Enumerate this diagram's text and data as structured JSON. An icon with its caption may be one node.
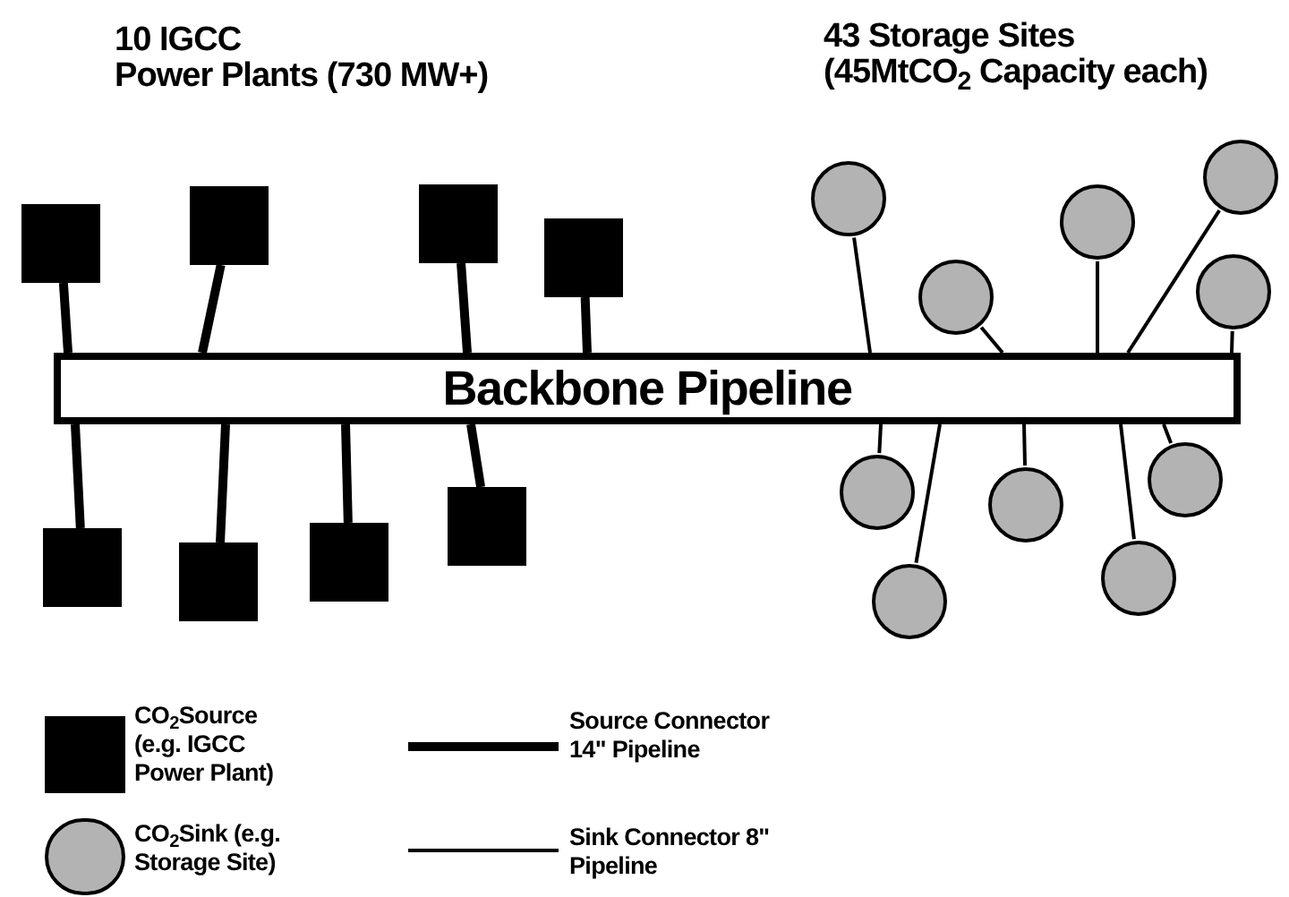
{
  "diagram": {
    "nodes": [
      {
        "text": [
          "Backbone Pipeline"
        ]
      },
      {
        "text": [],
        "shape": "box"
      },
      {
        "text": [],
        "shape": "box"
      },
      {
        "text": [],
        "shape": "box"
      },
      {
        "text": [],
        "shape": "box"
      },
      {
        "text": [],
        "shape": "box"
      },
      {
        "text": [],
        "shape": "box"
      },
      {
        "text": [],
        "shape": "box"
      },
      {
        "text": [],
        "shape": "box"
      },
      {
        "text": [],
        "shape": "circle"
      },
      {
        "text": [],
        "shape": "circle"
      },
      {
        "text": [],
        "shape": "circle"
      },
      {
        "text": [],
        "shape": "circle"
      },
      {
        "text": [],
        "shape": "circle"
      },
      {
        "text": [],
        "shape": "circle"
      },
      {
        "text": [],
        "shape": "circle"
      },
      {
        "text": [],
        "shape": "circle"
      },
      {
        "text": [],
        "shape": "circle"
      },
      {
        "text": [],
        "shape": "circle"
      }
    ],
    "edges": [
      {
        "from": 1,
        "to": 0,
        "arrow": "none",
        "style": "thick"
      },
      {
        "from": 2,
        "to": 0,
        "arrow": "none",
        "style": "thick"
      },
      {
        "from": 3,
        "to": 0,
        "arrow": "none",
        "style": "thick"
      },
      {
        "from": 4,
        "to": 0,
        "arrow": "none",
        "style": "thick"
      },
      {
        "from": 5,
        "to": 0,
        "arrow": "none",
        "style": "thick"
      },
      {
        "from": 6,
        "to": 0,
        "arrow": "none",
        "style": "thick"
      },
      {
        "from": 7,
        "to": 0,
        "arrow": "none",
        "style": "thick"
      },
      {
        "from": 8,
        "to": 0,
        "arrow": "none",
        "style": "thick"
      },
      {
        "from": 9,
        "to": 0,
        "arrow": "none"
      },
      {
        "from": 10,
        "to": 0,
        "arrow": "none"
      },
      {
        "from": 11,
        "to": 0,
        "arrow": "none"
      },
      {
        "from": 12,
        "to": 0,
        "arrow": "none"
      },
      {
        "from": 13,
        "to": 0,
        "arrow": "none"
      },
      {
        "from": 14,
        "to": 0,
        "arrow": "none"
      },
      {
        "from": 15,
        "to": 0,
        "arrow": "none"
      },
      {
        "from": 16,
        "to": 0,
        "arrow": "none"
      },
      {
        "from": 17,
        "to": 0,
        "arrow": "none"
      },
      {
        "from": 18,
        "to": 0,
        "arrow": "none"
      }
    ],
    "labels": [
      "10 IGCC",
      "Power Plants (730 MW+)",
      "43 Storage Sites",
      "(45MtCO$_{2}$ Capacity each)"
    ],
    "legend": [
      {
        "text": "CO$_{2}$Source (e.g. IGCC Power Plant)"
      },
      {
        "text": "Source Connector 14\" Pipeline"
      },
      {
        "text": "CO$_{2}$Sink (e.g. Storage Site)"
      },
      {
        "text": "Sink Connector 8\" Pipeline"
      }
    ]
  }
}
